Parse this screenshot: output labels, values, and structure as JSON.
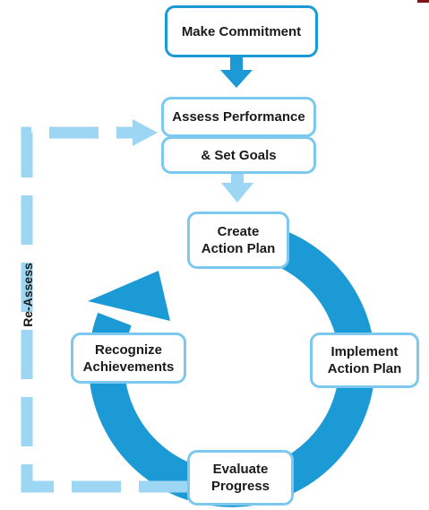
{
  "colors": {
    "primary_blue": "#1b9ad6",
    "light_blue": "#7cc8ee",
    "text": "#1a1a1a"
  },
  "nodes": {
    "make_commitment": "Make Commitment",
    "assess_performance": "Assess Performance",
    "set_goals": "& Set Goals",
    "create_action_plan": "Create\nAction Plan",
    "implement_action_plan": "Implement\nAction Plan",
    "evaluate_progress": "Evaluate\nProgress",
    "recognize_achievements": "Recognize\nAchievements"
  },
  "loop_label": "Re-Assess",
  "edges": [
    {
      "from": "make_commitment",
      "to": "assess_performance",
      "style": "solid-arrow"
    },
    {
      "from": "set_goals",
      "to": "create_action_plan",
      "style": "light-arrow"
    },
    {
      "from": "create_action_plan",
      "to": "implement_action_plan",
      "style": "cycle"
    },
    {
      "from": "implement_action_plan",
      "to": "evaluate_progress",
      "style": "cycle"
    },
    {
      "from": "evaluate_progress",
      "to": "recognize_achievements",
      "style": "cycle"
    },
    {
      "from": "recognize_achievements",
      "to": "create_action_plan",
      "style": "cycle-arrow"
    },
    {
      "from": "evaluate_progress",
      "to": "assess_performance",
      "style": "dashed-arrow",
      "label": "Re-Assess"
    }
  ]
}
